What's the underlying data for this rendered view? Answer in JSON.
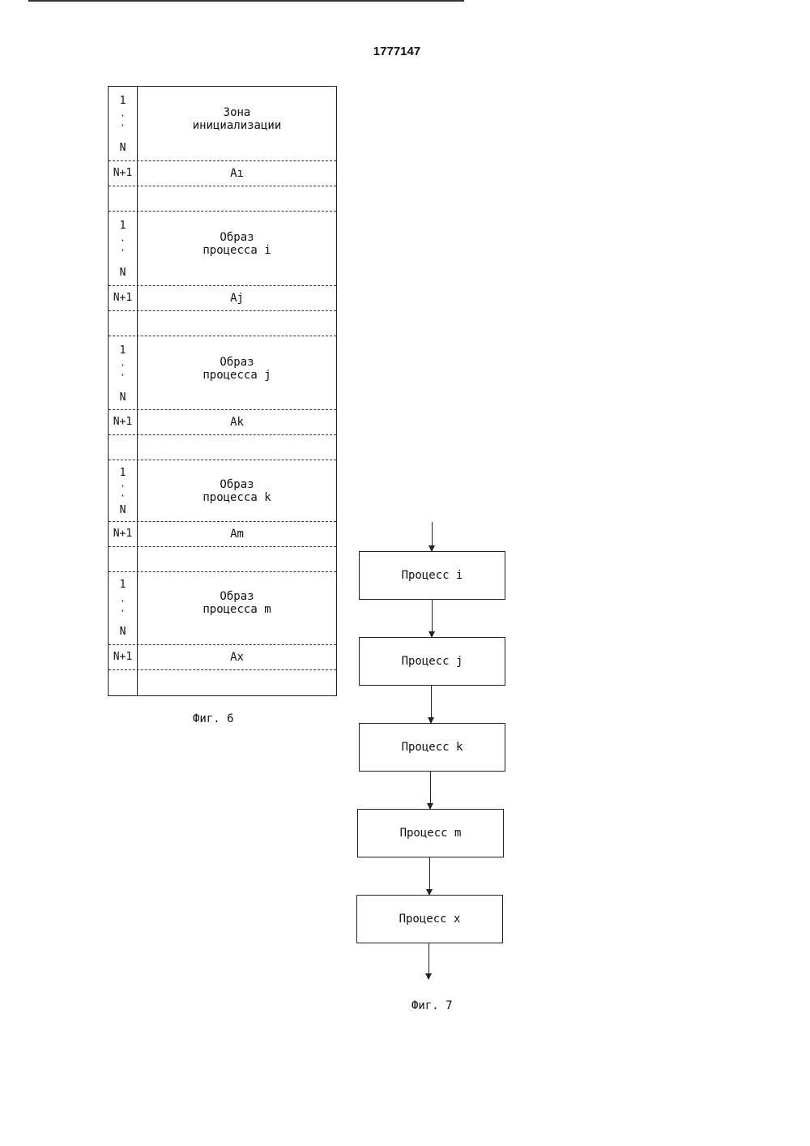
{
  "patent_number": "1777147",
  "fig6": {
    "caption": "Фиг. 6",
    "blocks": [
      {
        "start": "1",
        "end": "N",
        "title_line1": "Зона",
        "title_line2": "инициализации",
        "next_label": "N+1",
        "next_value": "Aı"
      },
      {
        "start": "1",
        "end": "N",
        "title_line1": "Образ",
        "title_line2": "процесса i",
        "next_label": "N+1",
        "next_value": "Aj"
      },
      {
        "start": "1",
        "end": "N",
        "title_line1": "Образ",
        "title_line2": "процесса j",
        "next_label": "N+1",
        "next_value": "Ak"
      },
      {
        "start": "1",
        "end": "N",
        "title_line1": "Образ",
        "title_line2": "процесса k",
        "next_label": "N+1",
        "next_value": "Am"
      },
      {
        "start": "1",
        "end": "N",
        "title_line1": "Образ",
        "title_line2": "процесса m",
        "next_label": "N+1",
        "next_value": "Ax"
      }
    ]
  },
  "fig7": {
    "caption": "Фиг. 7",
    "processes": [
      "Процесс i",
      "Процесс j",
      "Процесс k",
      "Процесс m",
      "Процесс x"
    ]
  }
}
